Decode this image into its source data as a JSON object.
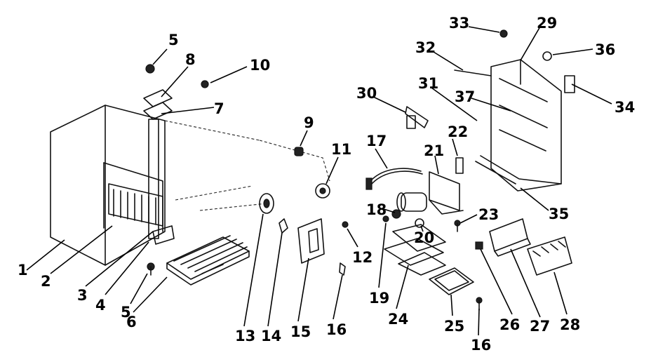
{
  "diagram": {
    "callouts": [
      {
        "id": "c1",
        "label": "1"
      },
      {
        "id": "c2",
        "label": "2"
      },
      {
        "id": "c3",
        "label": "3"
      },
      {
        "id": "c4",
        "label": "4"
      },
      {
        "id": "c5a",
        "label": "5"
      },
      {
        "id": "c5b",
        "label": "5"
      },
      {
        "id": "c6",
        "label": "6"
      },
      {
        "id": "c7",
        "label": "7"
      },
      {
        "id": "c8",
        "label": "8"
      },
      {
        "id": "c9",
        "label": "9"
      },
      {
        "id": "c10",
        "label": "10"
      },
      {
        "id": "c11",
        "label": "11"
      },
      {
        "id": "c12",
        "label": "12"
      },
      {
        "id": "c13",
        "label": "13"
      },
      {
        "id": "c14",
        "label": "14"
      },
      {
        "id": "c15",
        "label": "15"
      },
      {
        "id": "c16a",
        "label": "16"
      },
      {
        "id": "c16b",
        "label": "16"
      },
      {
        "id": "c17",
        "label": "17"
      },
      {
        "id": "c18",
        "label": "18"
      },
      {
        "id": "c19",
        "label": "19"
      },
      {
        "id": "c20",
        "label": "20"
      },
      {
        "id": "c21",
        "label": "21"
      },
      {
        "id": "c22",
        "label": "22"
      },
      {
        "id": "c23",
        "label": "23"
      },
      {
        "id": "c24",
        "label": "24"
      },
      {
        "id": "c25",
        "label": "25"
      },
      {
        "id": "c26",
        "label": "26"
      },
      {
        "id": "c27",
        "label": "27"
      },
      {
        "id": "c28",
        "label": "28"
      },
      {
        "id": "c29",
        "label": "29"
      },
      {
        "id": "c30",
        "label": "30"
      },
      {
        "id": "c31",
        "label": "31"
      },
      {
        "id": "c32",
        "label": "32"
      },
      {
        "id": "c33",
        "label": "33"
      },
      {
        "id": "c34",
        "label": "34"
      },
      {
        "id": "c35",
        "label": "35"
      },
      {
        "id": "c36",
        "label": "36"
      },
      {
        "id": "c37",
        "label": "37"
      }
    ]
  }
}
